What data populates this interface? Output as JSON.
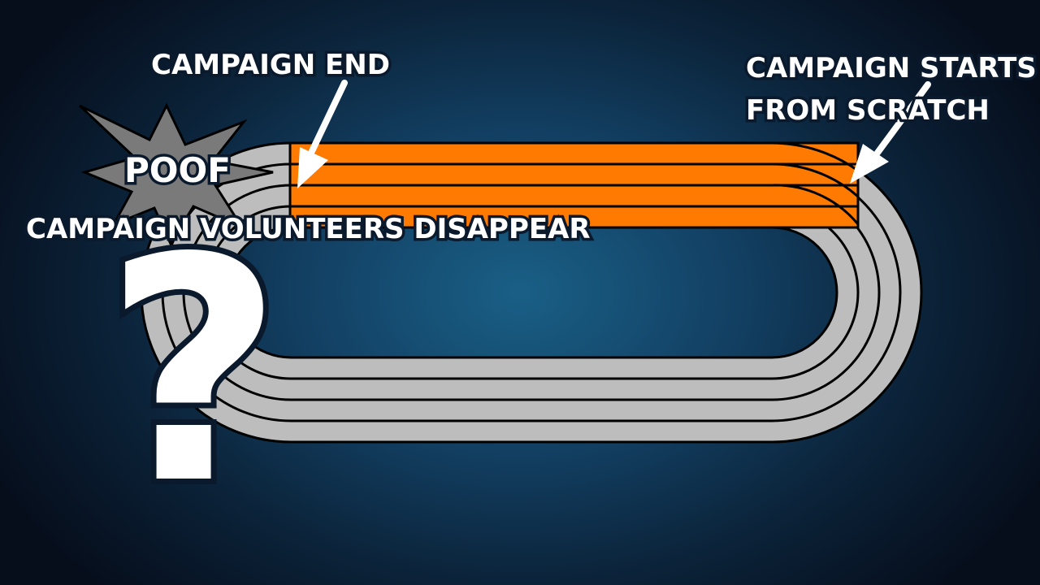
{
  "labels": {
    "campaign_end": "CAMPAIGN END",
    "campaign_starts": "CAMPAIGN STARTS\nFROM SCRATCH",
    "poof": "POOF",
    "volunteers_disappear": "CAMPAIGN VOLUNTEERS DISAPPEAR",
    "question_mark": "?"
  },
  "colors": {
    "track_gray": "#bdbdbd",
    "track_orange": "#ff7a00",
    "lane_lines": "#000000",
    "explosion": "#7a7a7a",
    "text": "#ffffff",
    "text_outline": "#0a1a2c"
  },
  "icons": {
    "explosion": "starburst-icon",
    "arrows": "arrow-icon"
  }
}
